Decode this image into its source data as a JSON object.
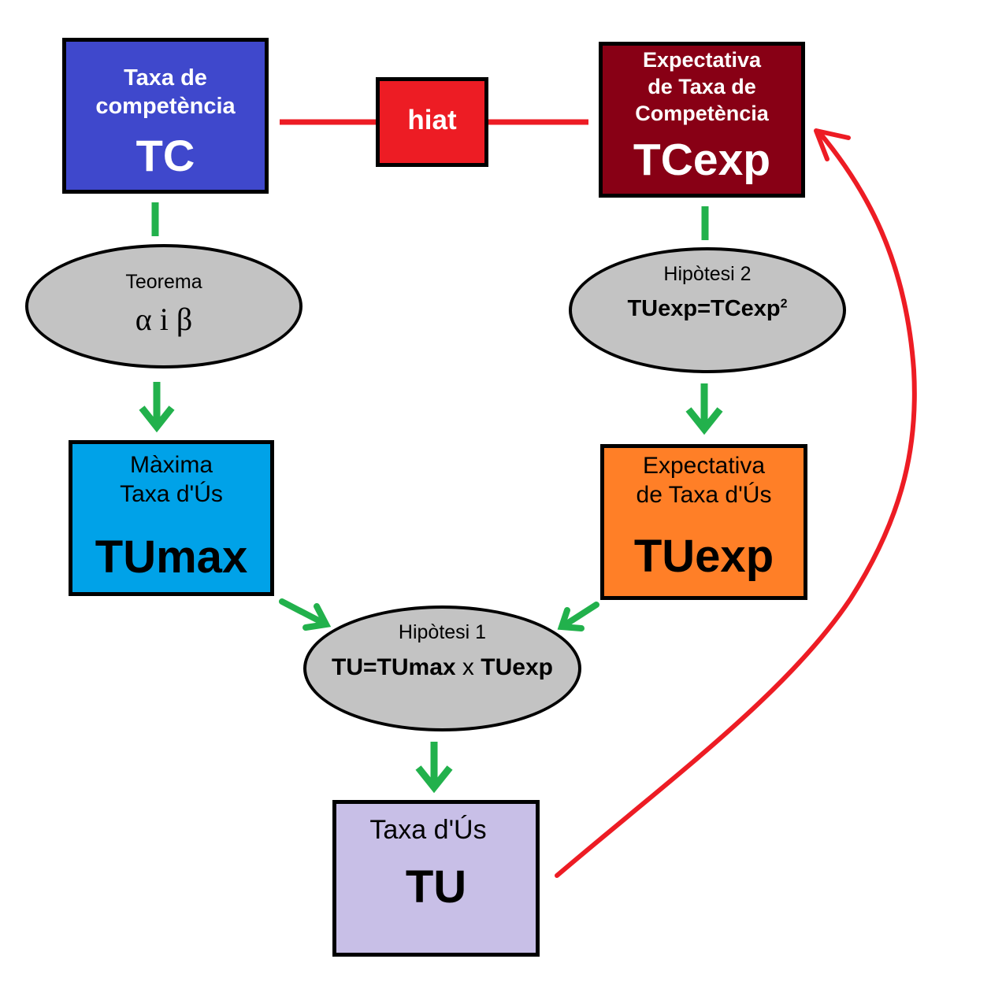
{
  "diagram": {
    "colors": {
      "tc": "#3f48cc",
      "tcexp": "#880015",
      "hiat": "#ed1c24",
      "tumax": "#00a2e8",
      "tuexp": "#ff7f27",
      "tu": "#c8bfe7",
      "oval": "#c3c3c3",
      "flow_arrow": "#22b14c",
      "feedback_arrow": "#ed1c24"
    },
    "nodes": {
      "tc": {
        "line1": "Taxa de",
        "line2": "competència",
        "symbol": "TC"
      },
      "hiat": {
        "label": "hiat"
      },
      "tcexp": {
        "line1": "Expectativa",
        "line2": "de Taxa de",
        "line3": "Competència",
        "symbol": "TCexp"
      },
      "teorema": {
        "title": "Teorema",
        "formula": "α i β"
      },
      "hipotesi2": {
        "title": "Hipòtesi 2",
        "formula": "TUexp=TCexp",
        "exponent": "2"
      },
      "tumax": {
        "line1": "Màxima",
        "line2": "Taxa d'Ús",
        "symbol": "TUmax"
      },
      "tuexp": {
        "line1": "Expectativa",
        "line2": "de Taxa d'Ús",
        "symbol": "TUexp"
      },
      "hipotesi1": {
        "title": "Hipòtesi 1",
        "formula_a": "TU=TUmax",
        "operator": "x",
        "formula_b": "TUexp"
      },
      "tu": {
        "line1": "Taxa d'Ús",
        "symbol": "TU"
      }
    },
    "edges": [
      {
        "from": "tc",
        "to": "hiat",
        "type": "line",
        "color": "red"
      },
      {
        "from": "hiat",
        "to": "tcexp",
        "type": "line",
        "color": "red"
      },
      {
        "from": "tc",
        "to": "teorema",
        "type": "line",
        "color": "green"
      },
      {
        "from": "teorema",
        "to": "tumax",
        "type": "arrow",
        "color": "green"
      },
      {
        "from": "tcexp",
        "to": "hipotesi2",
        "type": "line",
        "color": "green"
      },
      {
        "from": "hipotesi2",
        "to": "tuexp",
        "type": "arrow",
        "color": "green"
      },
      {
        "from": "tumax",
        "to": "hipotesi1",
        "type": "arrow",
        "color": "green"
      },
      {
        "from": "tuexp",
        "to": "hipotesi1",
        "type": "arrow",
        "color": "green"
      },
      {
        "from": "hipotesi1",
        "to": "tu",
        "type": "arrow",
        "color": "green"
      },
      {
        "from": "tu",
        "to": "tcexp",
        "type": "curved-arrow",
        "color": "red"
      }
    ]
  }
}
